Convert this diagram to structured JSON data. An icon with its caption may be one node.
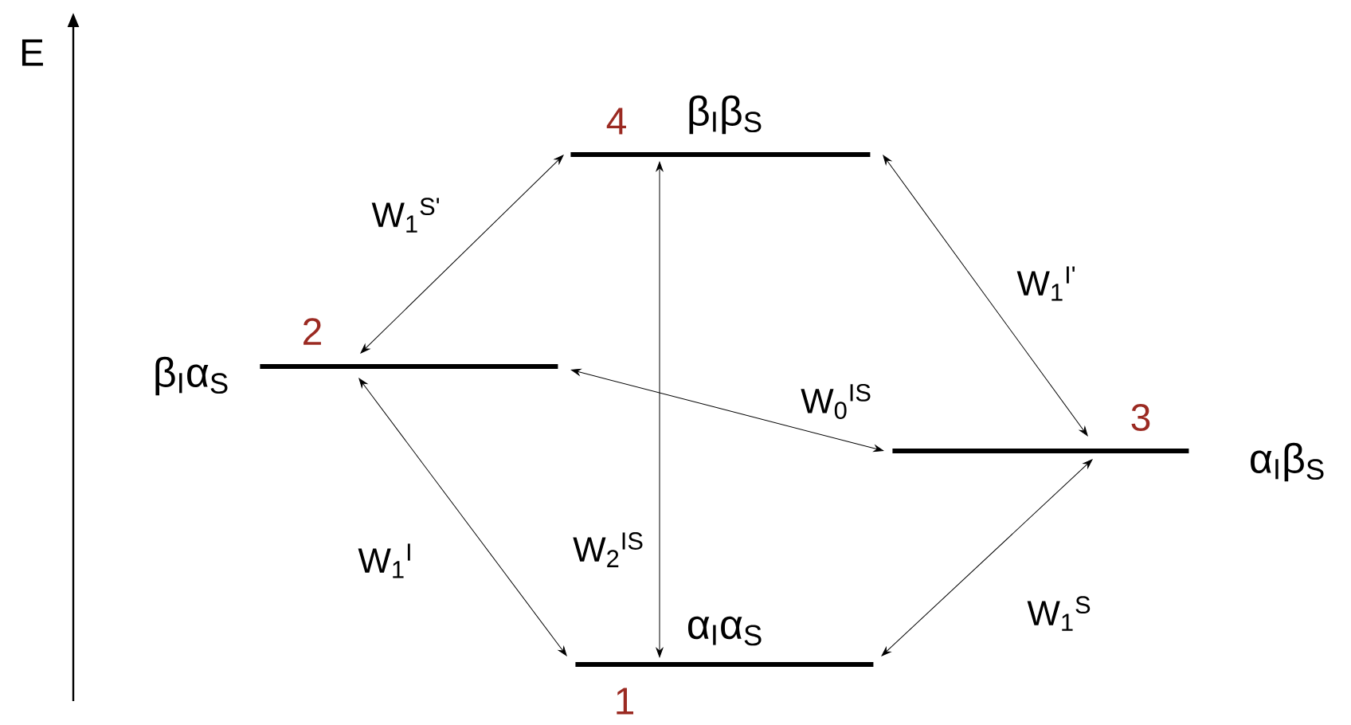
{
  "diagram": {
    "nodes": [
      {
        "text": [
          "4",
          "β$_{I}$β$_{S}$"
        ]
      },
      {
        "text": [
          "2",
          "β$_{I}$α$_{S}$"
        ]
      },
      {
        "text": [
          "3",
          "α$_{I}$β$_{S}$"
        ]
      },
      {
        "text": [
          "1",
          "α$_{I}$α$_{S}$"
        ]
      }
    ],
    "edges": [
      {
        "from": 1,
        "to": 0,
        "arrow": "both",
        "label": "W$_{1}$$^{S'}$"
      },
      {
        "from": 0,
        "to": 2,
        "arrow": "both",
        "label": "W$_{1}$$^{I'}$"
      },
      {
        "from": 0,
        "to": 3,
        "arrow": "both",
        "label": "W$_{2}$$^{IS}$"
      },
      {
        "from": 1,
        "to": 2,
        "arrow": "both",
        "label": "W$_{0}$$^{IS}$"
      },
      {
        "from": 1,
        "to": 3,
        "arrow": "both",
        "label": "W$_{1}$$^{I}$"
      },
      {
        "from": 3,
        "to": 2,
        "arrow": "both",
        "label": "W$_{1}$$^{S}$"
      }
    ],
    "labels": [
      "E"
    ]
  }
}
